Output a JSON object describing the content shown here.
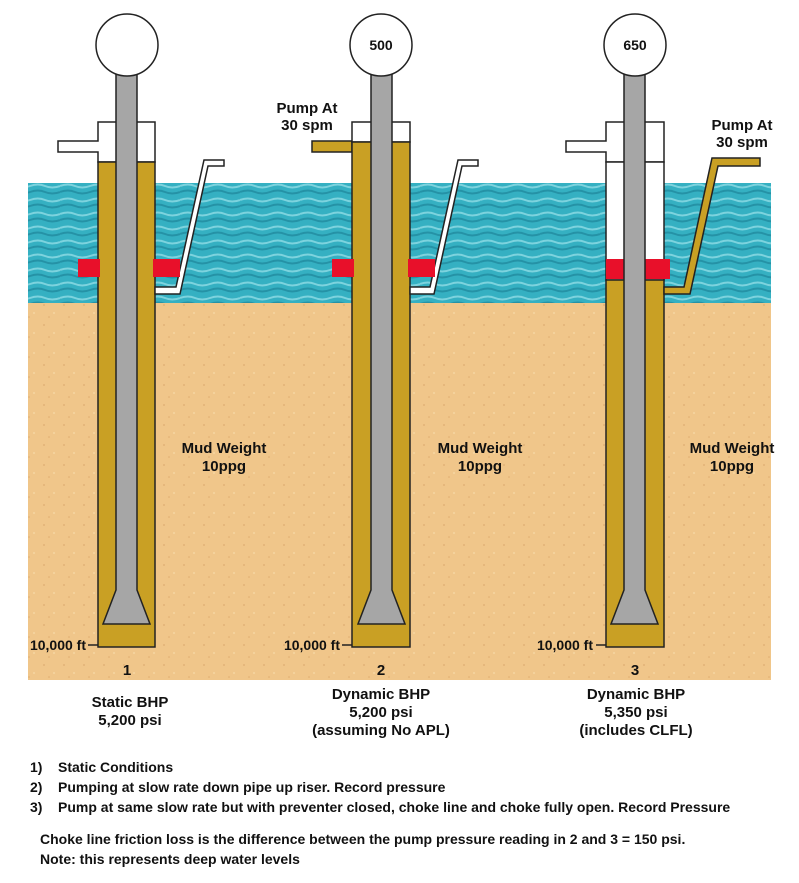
{
  "wells": [
    {
      "number": "1",
      "gauge": "",
      "mud_label": "Mud Weight",
      "mud_value": "10ppg",
      "depth": "10,000 ft",
      "caption": [
        "Static BHP",
        "5,200 psi"
      ],
      "pump": [
        "",
        ""
      ]
    },
    {
      "number": "2",
      "gauge": "500",
      "mud_label": "Mud Weight",
      "mud_value": "10ppg",
      "depth": "10,000 ft",
      "caption": [
        "Dynamic BHP",
        "5,200 psi",
        "(assuming No APL)"
      ],
      "pump": [
        "Pump At",
        "30 spm"
      ]
    },
    {
      "number": "3",
      "gauge": "650",
      "mud_label": "Mud Weight",
      "mud_value": "10ppg",
      "depth": "10,000 ft",
      "caption": [
        "Dynamic BHP",
        "5,350 psi",
        "(includes CLFL)"
      ],
      "pump": [
        "Pump At",
        "30 spm"
      ]
    }
  ],
  "steps": [
    {
      "n": "1)",
      "text": "Static Conditions"
    },
    {
      "n": "2)",
      "text": "Pumping at slow rate down pipe up riser. Record pressure"
    },
    {
      "n": "3)",
      "text": "Pump at same slow rate but with preventer closed, choke line and choke fully open. Record Pressure"
    }
  ],
  "summary": "Choke line friction loss is the difference between the pump pressure reading in 2 and 3 =  150 psi.",
  "note": "Note: this represents deep water levels",
  "colors": {
    "water": "#3ab5c6",
    "ground": "#f0c68a",
    "mud": "#c9a024",
    "pipe": "#a6a6a6",
    "bop": "#e8102a"
  }
}
